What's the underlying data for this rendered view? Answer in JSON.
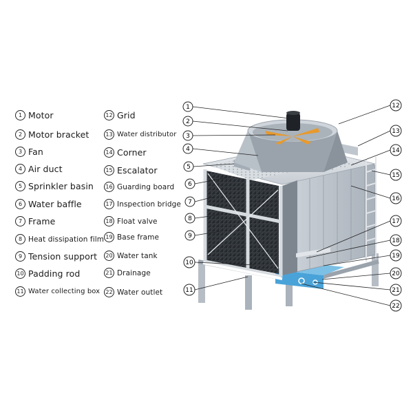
{
  "legend_left": [
    {
      "num": "1",
      "label": "Motor"
    },
    {
      "num": "2",
      "label": "Motor bracket"
    },
    {
      "num": "3",
      "label": "Fan"
    },
    {
      "num": "4",
      "label": "Air duct"
    },
    {
      "num": "5",
      "label": "Sprinkler basin"
    },
    {
      "num": "6",
      "label": "Water baffle"
    },
    {
      "num": "7",
      "label": "Frame"
    },
    {
      "num": "8",
      "label": "Heat dissipation film"
    },
    {
      "num": "9",
      "label": "Tension support"
    },
    {
      "num": "10",
      "label": "Padding rod"
    },
    {
      "num": "11",
      "label": "Water collecting box"
    }
  ],
  "legend_right": [
    {
      "num": "12",
      "label": "Grid"
    },
    {
      "num": "13",
      "label": "Water distributor"
    },
    {
      "num": "14",
      "label": "Corner"
    },
    {
      "num": "15",
      "label": "Escalator"
    },
    {
      "num": "16",
      "label": "Guarding board"
    },
    {
      "num": "17",
      "label": "Inspection bridge"
    },
    {
      "num": "18",
      "label": "Float valve"
    },
    {
      "num": "19",
      "label": "Base frame"
    },
    {
      "num": "20",
      "label": "Water tank"
    },
    {
      "num": "21",
      "label": "Drainage"
    },
    {
      "num": "22",
      "label": "Water outlet"
    }
  ],
  "callouts": [
    "1",
    "2",
    "3",
    "4",
    "5",
    "6",
    "7",
    "8",
    "9",
    "10",
    "11",
    "12",
    "13",
    "14",
    "15",
    "16",
    "17",
    "18",
    "19",
    "20",
    "21",
    "22"
  ],
  "colors": {
    "panel_light": "#c9cfd6",
    "panel_mid": "#aeb6bf",
    "panel_dark": "#8d969f",
    "fill_media": "#2b2f33",
    "fan_blade": "#e89a2c",
    "tank": "#4aa3d8",
    "line": "#222222"
  }
}
